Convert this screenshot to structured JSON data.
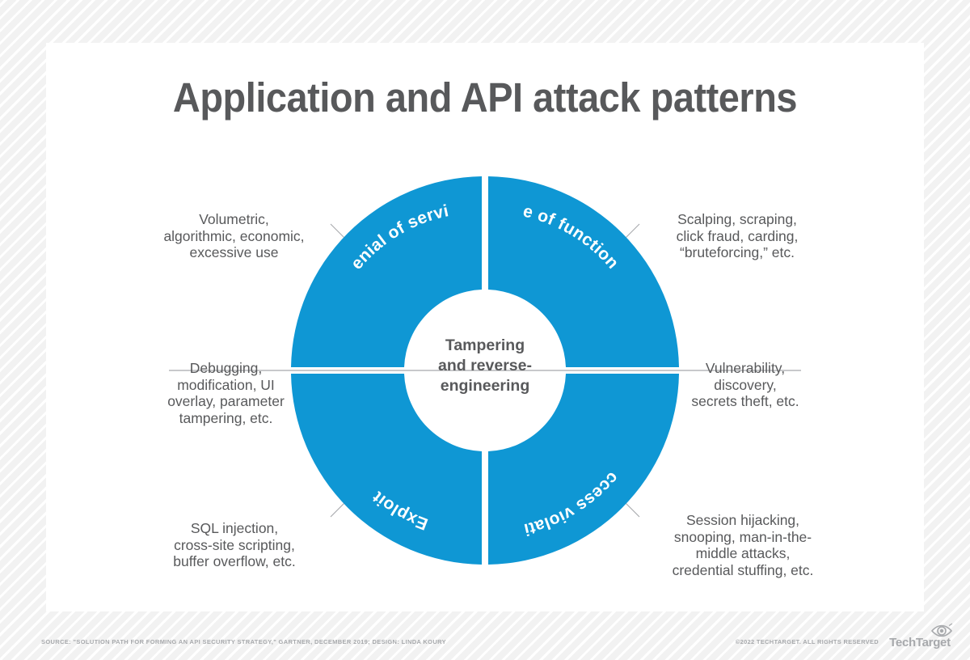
{
  "title": "Application and API attack patterns",
  "colors": {
    "accent_blue": "#0f97d4",
    "text_gray": "#58595b",
    "footer_gray": "#a7a9ac",
    "card_white": "#ffffff",
    "background_gray": "#f2f2f2"
  },
  "center": {
    "line1": "Tampering",
    "line2": "and reverse-",
    "line3": "engineering"
  },
  "segments": [
    {
      "id": "denial-of-service",
      "label": "Denial of service",
      "position": "top-left"
    },
    {
      "id": "abuse-of-functionality",
      "label": "Abuse of functionality",
      "position": "top-right"
    },
    {
      "id": "exploit",
      "label": "Exploit",
      "position": "bottom-left"
    },
    {
      "id": "access-violation",
      "label": "Access violation",
      "position": "bottom-right"
    }
  ],
  "callouts": [
    {
      "id": "callout-denial-of-service",
      "for_segment": "denial-of-service",
      "text": "Volumetric,\nalgorithmic, economic,\nexcessive use"
    },
    {
      "id": "callout-abuse-of-functionality",
      "for_segment": "abuse-of-functionality",
      "text": "Scalping, scraping,\nclick fraud, carding,\n“bruteforcing,” etc."
    },
    {
      "id": "callout-tampering-left",
      "for_segment": "tampering-and-reverse-engineering",
      "text": "Debugging,\nmodification, UI\noverlay, parameter\ntampering, etc."
    },
    {
      "id": "callout-tampering-right",
      "for_segment": "tampering-and-reverse-engineering",
      "text": "Vulnerability,\ndiscovery,\nsecrets theft, etc."
    },
    {
      "id": "callout-exploit",
      "for_segment": "exploit",
      "text": "SQL injection,\ncross-site scripting,\nbuffer overflow, etc."
    },
    {
      "id": "callout-access-violation",
      "for_segment": "access-violation",
      "text": "Session hijacking,\nsnooping, man-in-the-\nmiddle attacks,\ncredential stuffing, etc."
    }
  ],
  "footer": {
    "source": "SOURCE: \"SOLUTION PATH FOR FORMING AN API SECURITY STRATEGY,\" GARTNER, DECEMBER 2019; DESIGN: LINDA KOURY",
    "copyright": "©2022 TECHTARGET. ALL RIGHTS RESERVED",
    "logo_text": "TechTarget"
  }
}
